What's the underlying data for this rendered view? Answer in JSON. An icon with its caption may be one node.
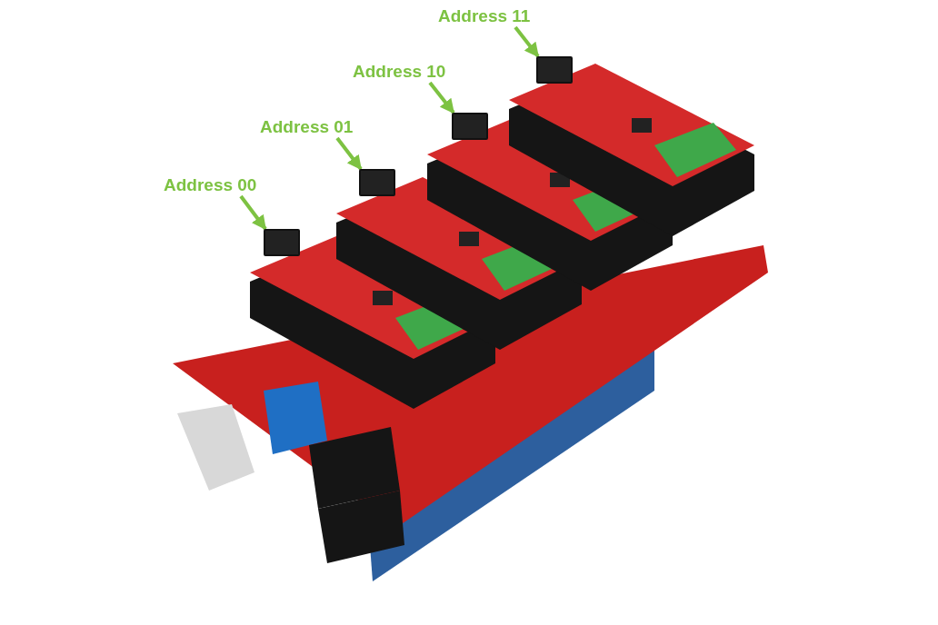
{
  "diagram": {
    "nodes": [
      {
        "text": [
          "Address 00"
        ]
      },
      {
        "text": [
          "Address 01"
        ]
      },
      {
        "text": [
          "Address 10"
        ]
      },
      {
        "text": [
          "Address 11"
        ]
      },
      {
        "text": [],
        "shape": "box"
      },
      {
        "text": [],
        "shape": "box"
      },
      {
        "text": [],
        "shape": "box"
      },
      {
        "text": [],
        "shape": "box"
      }
    ],
    "edges": [
      {
        "from": 0,
        "to": 4,
        "arrow": "to"
      },
      {
        "from": 1,
        "to": 5,
        "arrow": "to"
      },
      {
        "from": 2,
        "to": 6,
        "arrow": "to"
      },
      {
        "from": 3,
        "to": 7,
        "arrow": "to"
      }
    ]
  }
}
